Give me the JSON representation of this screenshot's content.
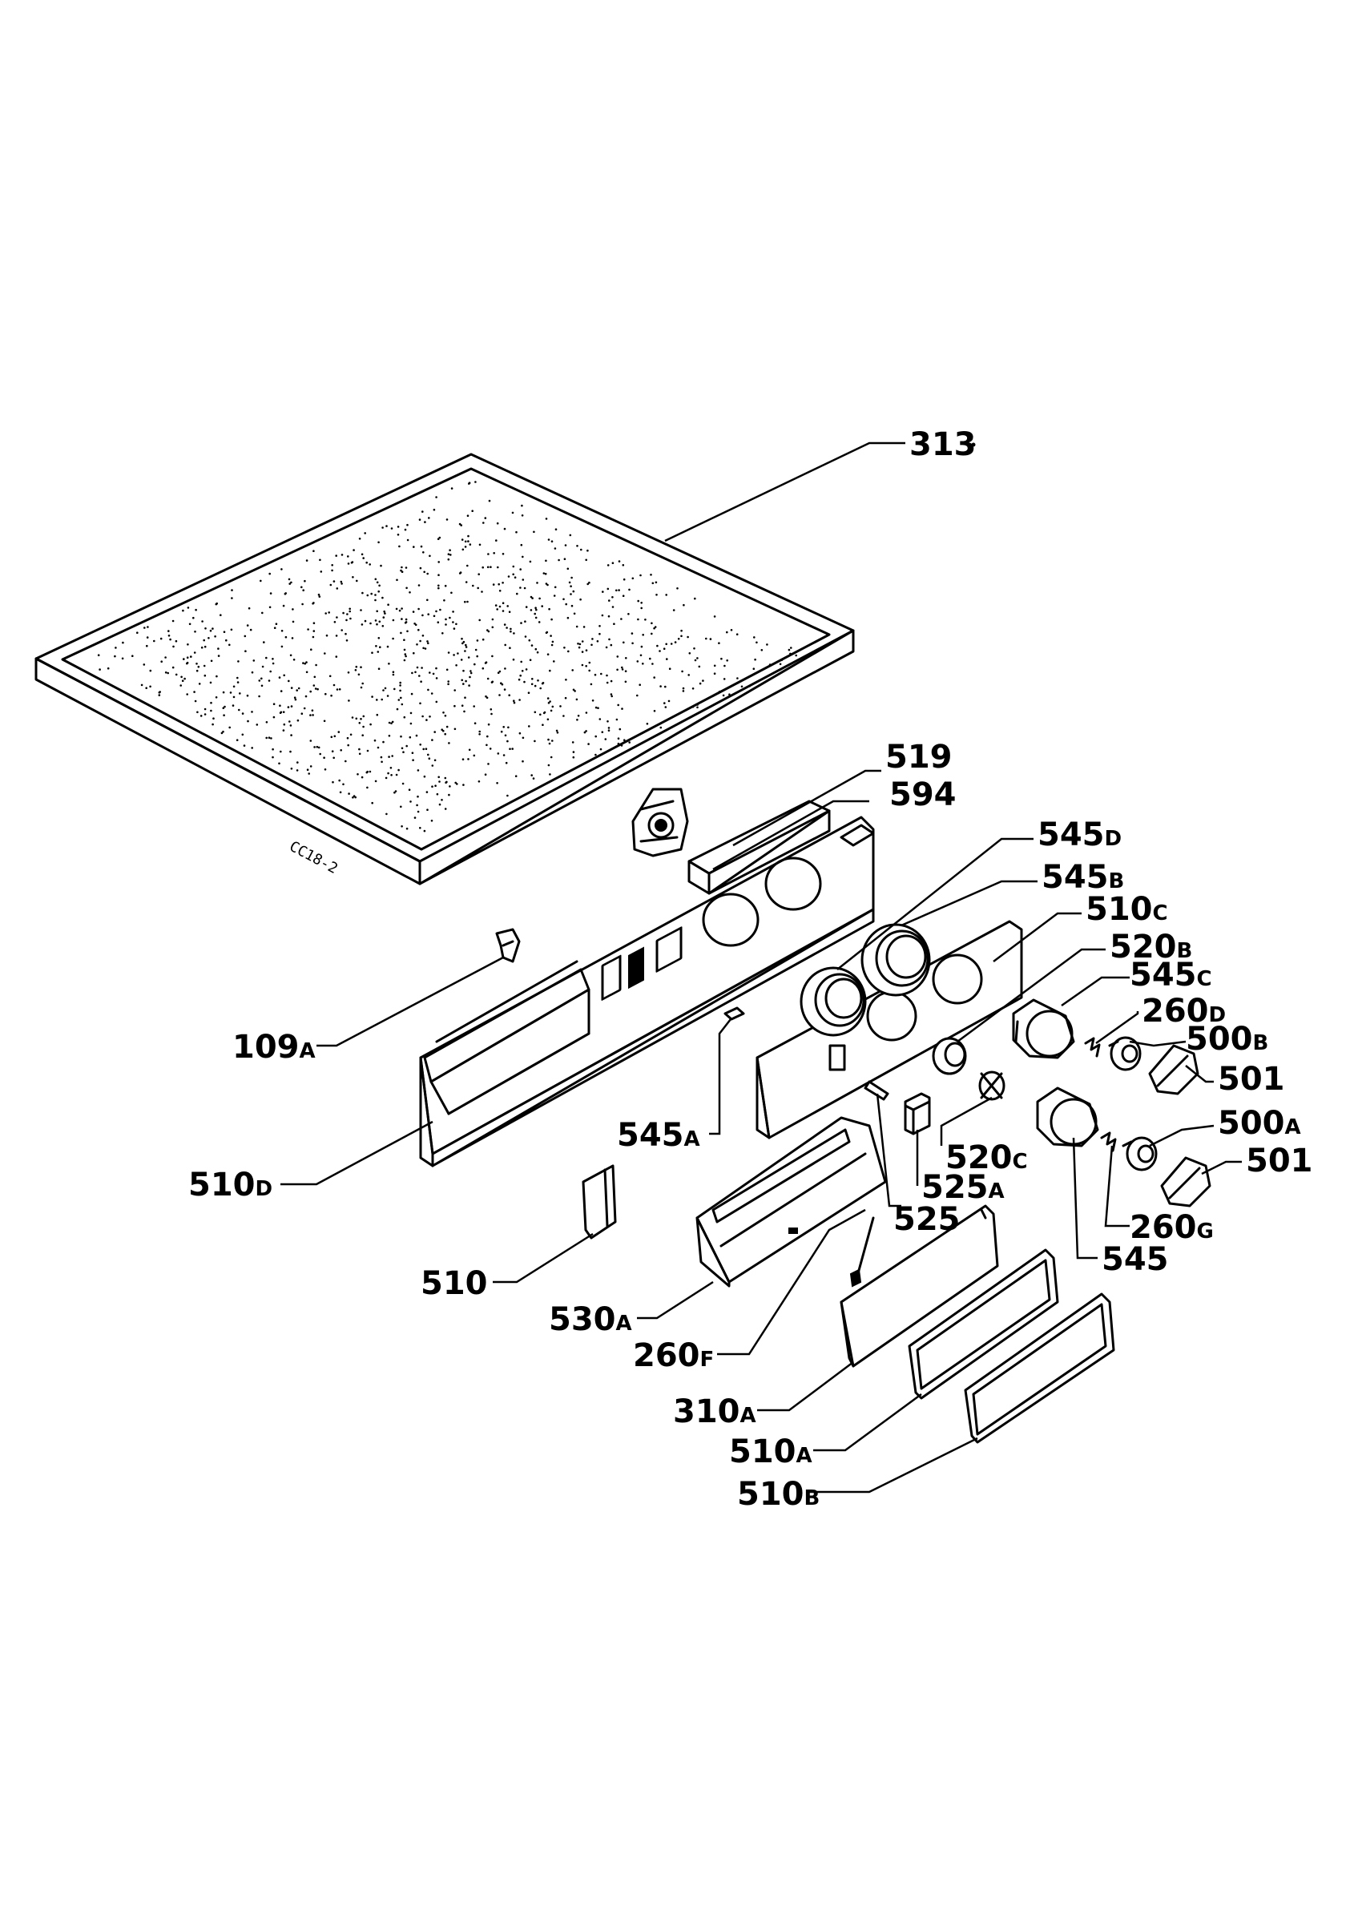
{
  "drawing": {
    "code": "CC18-2",
    "parts": [
      {
        "id": "313",
        "main": "313",
        "suffix": ""
      },
      {
        "id": "519",
        "main": "519",
        "suffix": ""
      },
      {
        "id": "594",
        "main": "594",
        "suffix": ""
      },
      {
        "id": "545D",
        "main": "545",
        "suffix": "D"
      },
      {
        "id": "545B",
        "main": "545",
        "suffix": "B"
      },
      {
        "id": "510C",
        "main": "510",
        "suffix": "C"
      },
      {
        "id": "520B",
        "main": "520",
        "suffix": "B"
      },
      {
        "id": "545C",
        "main": "545",
        "suffix": "C"
      },
      {
        "id": "260D",
        "main": "260",
        "suffix": "D"
      },
      {
        "id": "500B",
        "main": "500",
        "suffix": "B"
      },
      {
        "id": "501-a",
        "main": "501",
        "suffix": ""
      },
      {
        "id": "500A",
        "main": "500",
        "suffix": "A"
      },
      {
        "id": "501-b",
        "main": "501",
        "suffix": ""
      },
      {
        "id": "109A",
        "main": "109",
        "suffix": "A"
      },
      {
        "id": "545A",
        "main": "545",
        "suffix": "A"
      },
      {
        "id": "520C",
        "main": "520",
        "suffix": "C"
      },
      {
        "id": "525A",
        "main": "525",
        "suffix": "A"
      },
      {
        "id": "510D",
        "main": "510",
        "suffix": "D"
      },
      {
        "id": "525",
        "main": "525",
        "suffix": ""
      },
      {
        "id": "260G",
        "main": "260",
        "suffix": "G"
      },
      {
        "id": "545",
        "main": "545",
        "suffix": ""
      },
      {
        "id": "510",
        "main": "510",
        "suffix": ""
      },
      {
        "id": "530A",
        "main": "530",
        "suffix": "A"
      },
      {
        "id": "260F",
        "main": "260",
        "suffix": "F"
      },
      {
        "id": "310A",
        "main": "310",
        "suffix": "A"
      },
      {
        "id": "510A",
        "main": "510",
        "suffix": "A"
      },
      {
        "id": "510B",
        "main": "510",
        "suffix": "B"
      }
    ]
  }
}
